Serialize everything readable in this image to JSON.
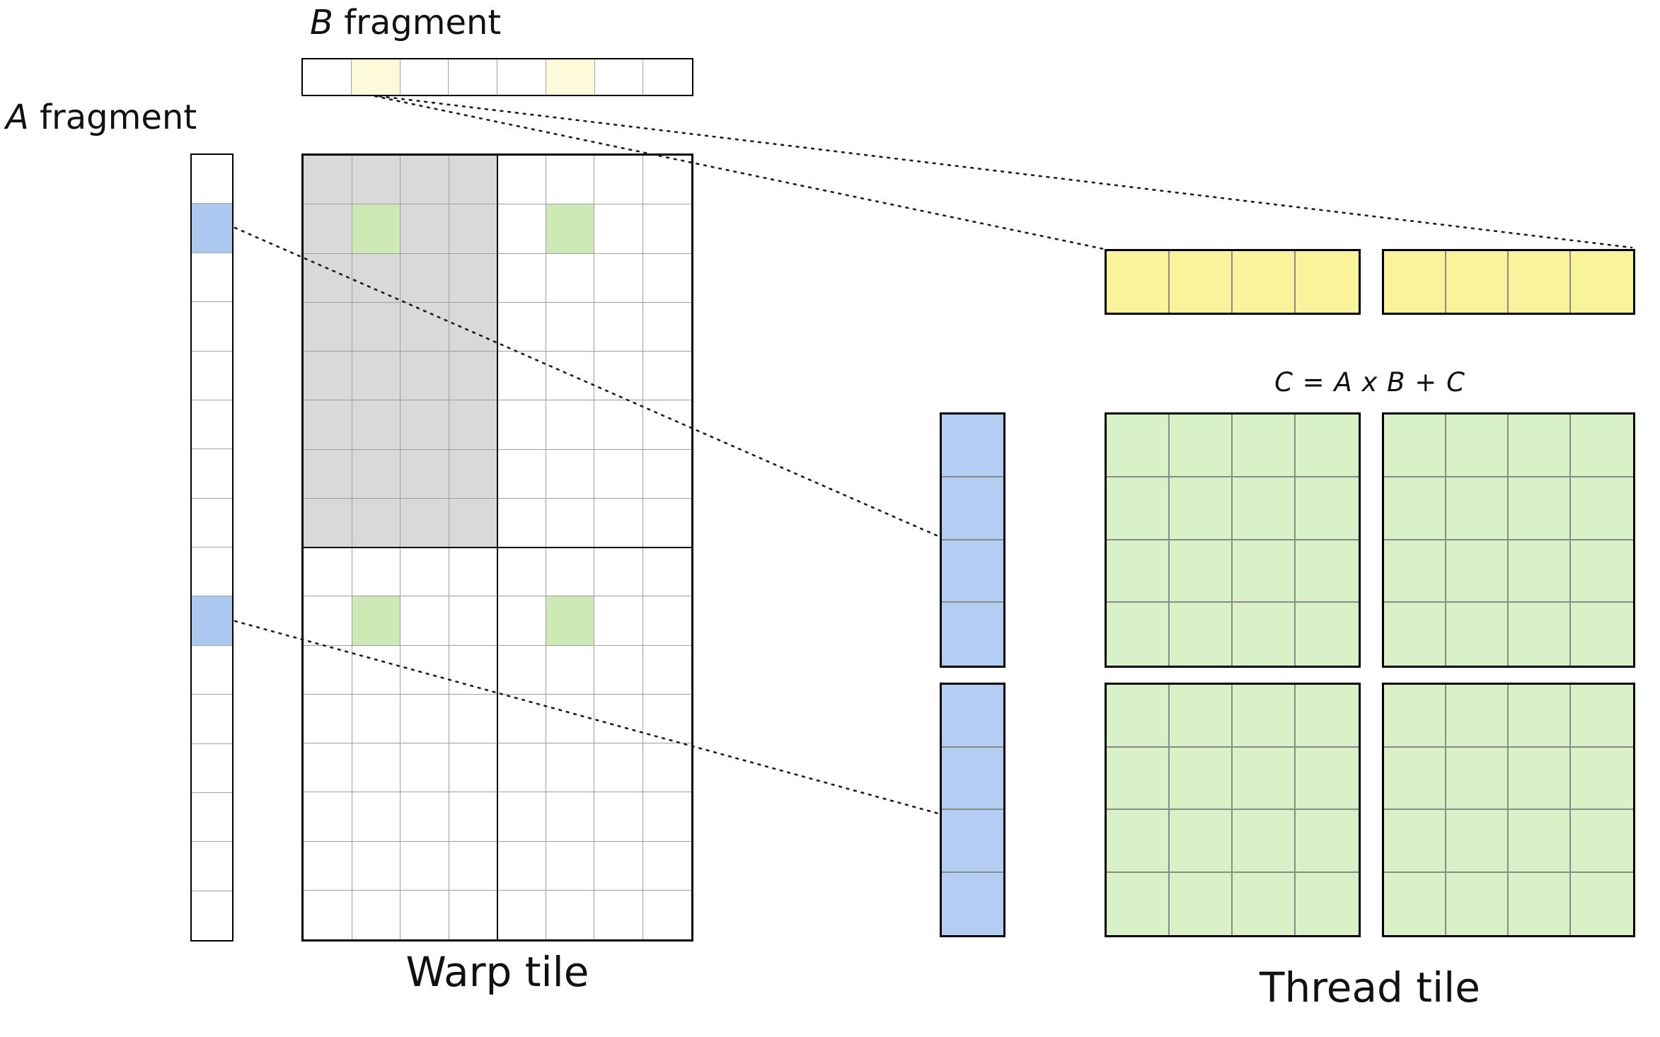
{
  "labels": {
    "a_letter": "A",
    "a_word": "fragment",
    "b_letter": "B",
    "b_word": "fragment",
    "warp_tile": "Warp tile",
    "thread_tile": "Thread tile",
    "equation": "C = A x B + C"
  },
  "colors": {
    "fragment_yellow": "#fcfad8",
    "strip_yellow": "#f9f49c",
    "fragment_blue": "#abc8f0",
    "strip_blue": "#b4cdf2",
    "accumulator_green": "#cdeab6",
    "tile_green": "#d8f1c6",
    "shaded_gray": "#d9d9d9"
  },
  "b_fragment": {
    "cells": 8,
    "highlight_cells": [
      1,
      5
    ]
  },
  "a_fragment": {
    "cells": 16,
    "highlight_cells": [
      1,
      9
    ]
  },
  "warp_tile": {
    "rows": 16,
    "cols": 8,
    "shaded_region": {
      "rows": 8,
      "cols": 4
    },
    "green_cells": [
      [
        1,
        1
      ],
      [
        1,
        5
      ],
      [
        9,
        1
      ],
      [
        9,
        5
      ]
    ]
  },
  "thread_tile": {
    "b_strip_count": 2,
    "b_strip_cells": 4,
    "a_strip_count": 2,
    "a_strip_cells": 4,
    "c_tile_count": 4,
    "c_tile_rows": 4,
    "c_tile_cols": 4
  }
}
